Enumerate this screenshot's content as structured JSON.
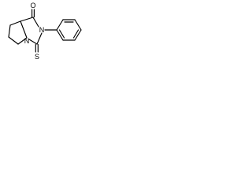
{
  "structure": {
    "atom_labels": {
      "carbonyl_oxygen": "O",
      "imide_nitrogen": "N",
      "bridgehead_nitrogen": "N",
      "thione_sulfur": "S"
    },
    "rings": [
      "pyrrolidine",
      "imidazolidine",
      "phenyl"
    ],
    "bond_color": "#000000",
    "background": "#ffffff"
  }
}
